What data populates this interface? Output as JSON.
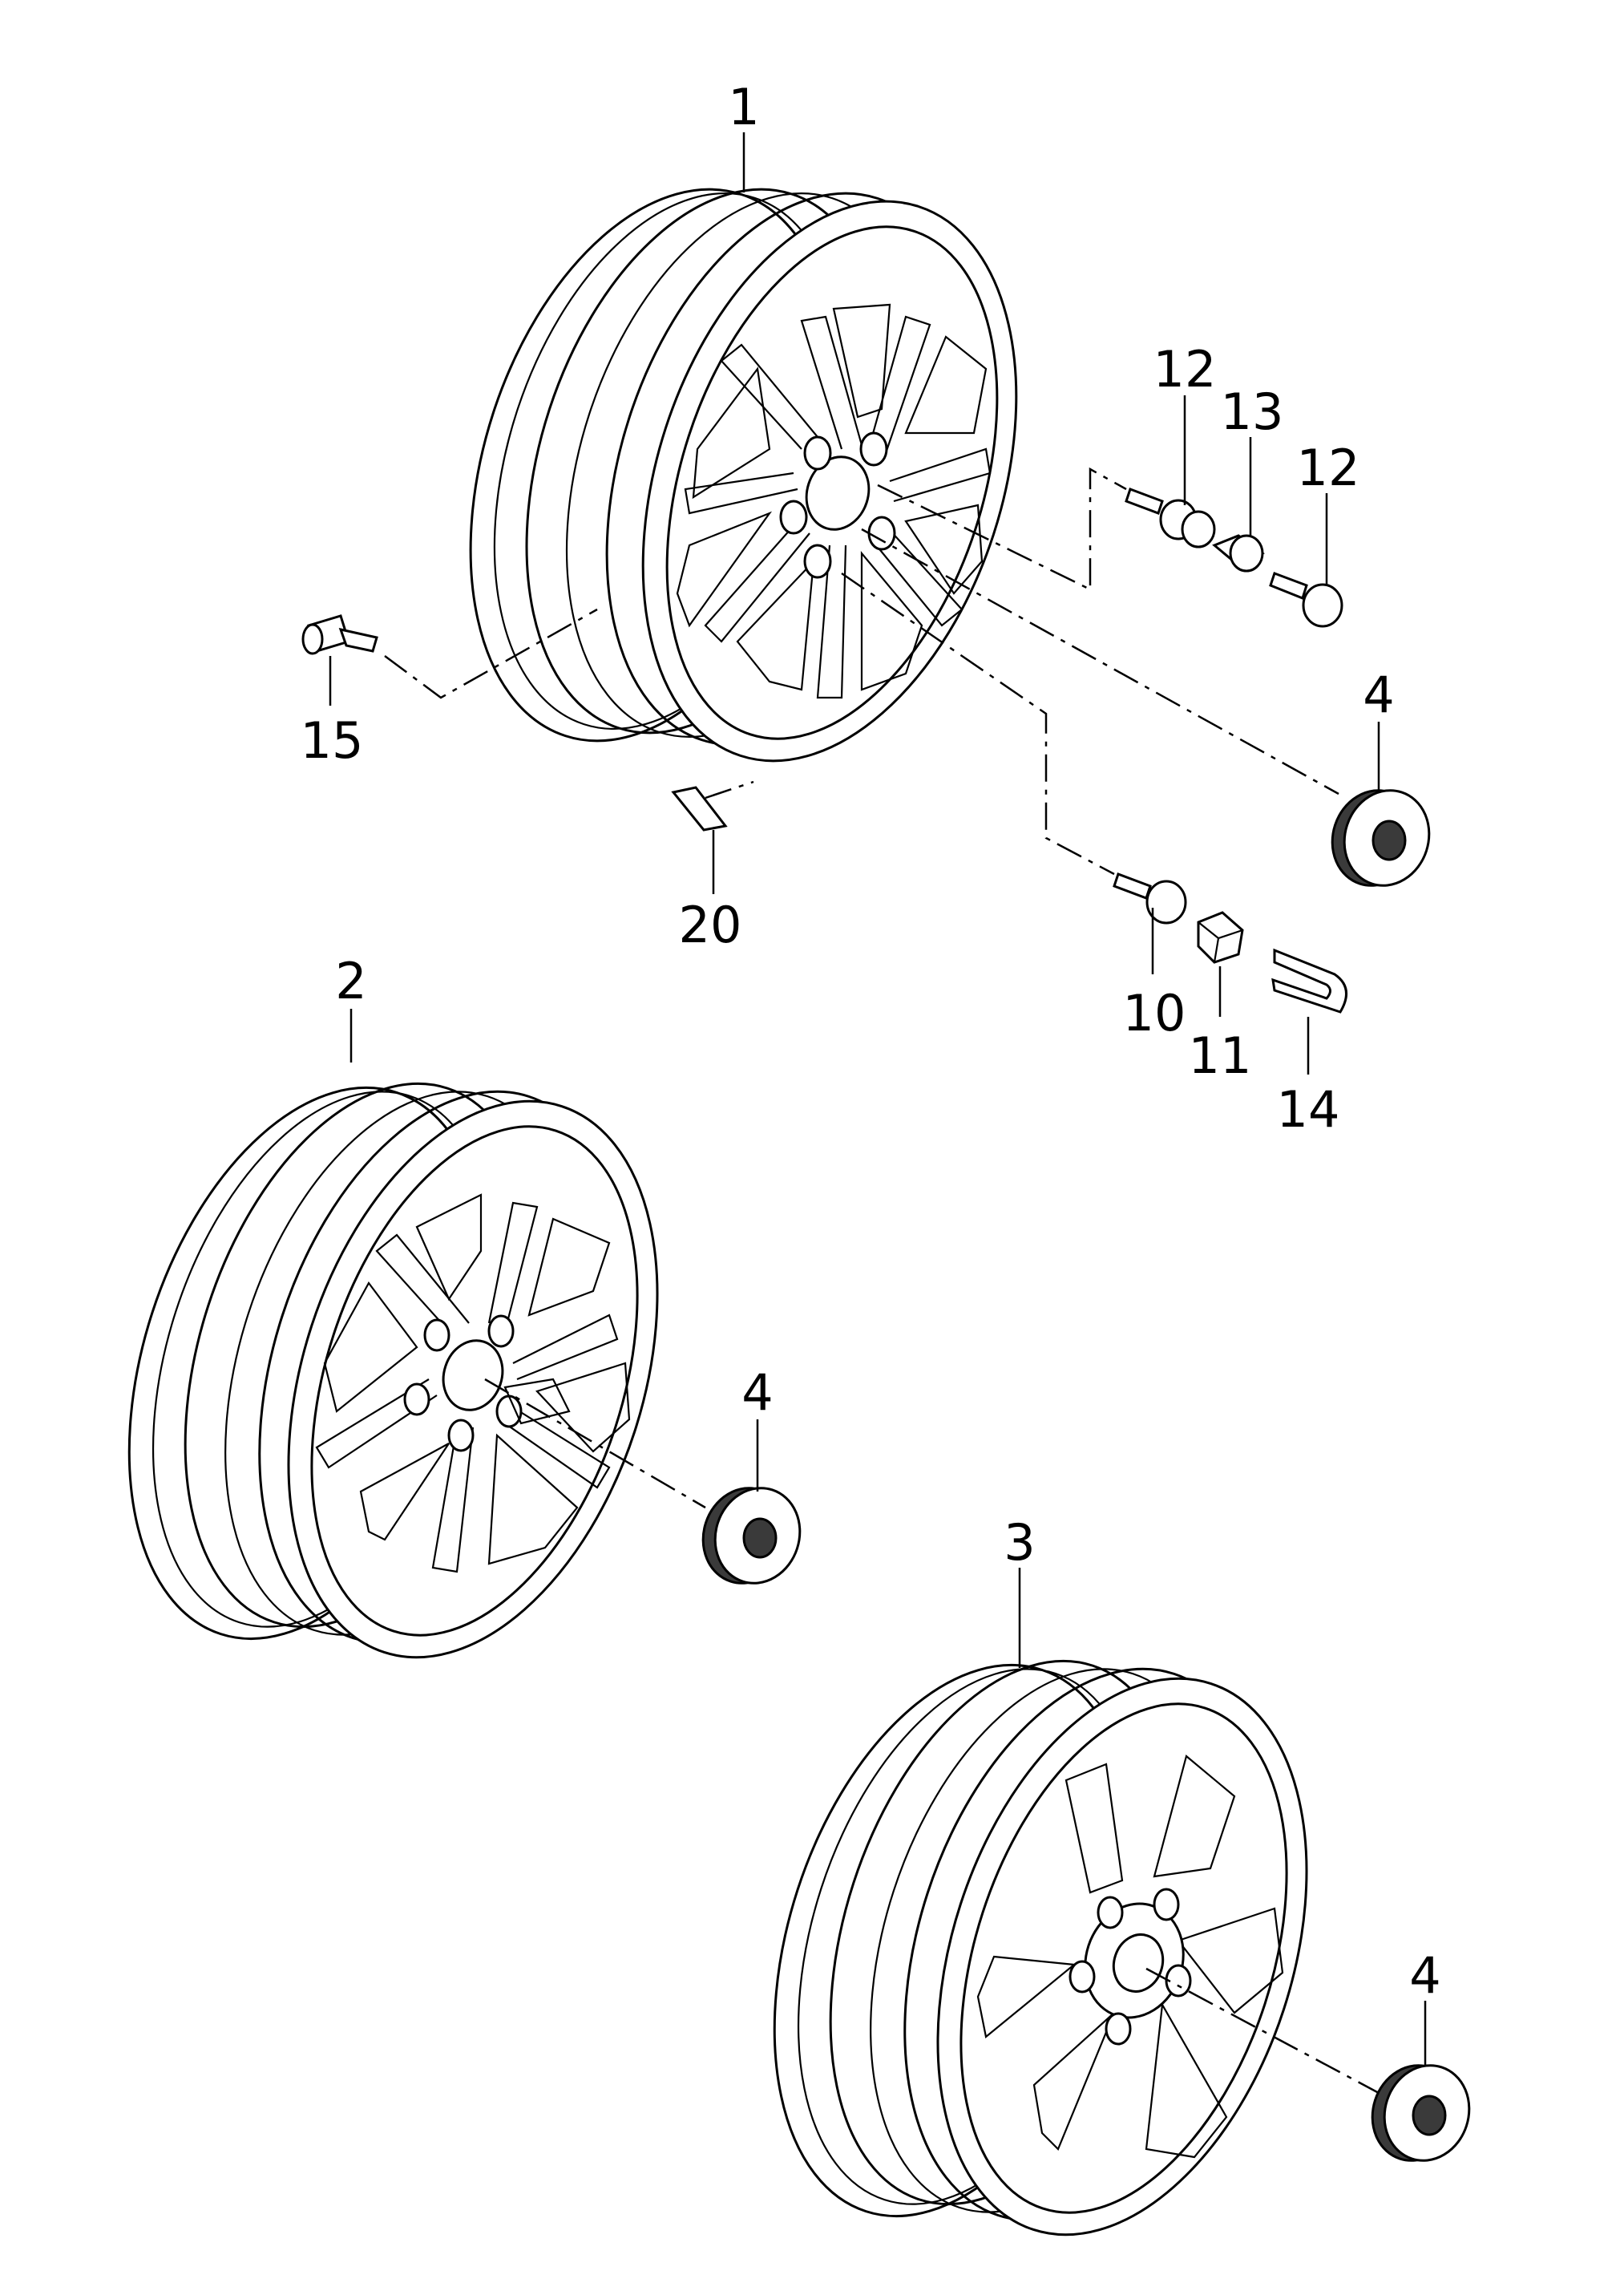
{
  "callouts": {
    "p1": "1",
    "p2": "2",
    "p3": "3",
    "p4a": "4",
    "p4b": "4",
    "p4c": "4",
    "p10": "10",
    "p11": "11",
    "p12a": "12",
    "p12b": "12",
    "p13": "13",
    "p14": "14",
    "p15": "15",
    "p20": "20"
  }
}
